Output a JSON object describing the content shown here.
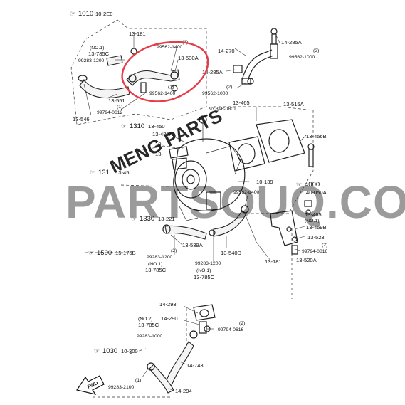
{
  "watermarks": {
    "site": "PARTSOUQ.COM",
    "shop": "MENG PARTS"
  },
  "references": {
    "r1010": "1010",
    "r1010b": "10-2E0",
    "r1310": "1310",
    "r1310b": "13-450",
    "r131": "131",
    "r1330": "1330",
    "r1330b": "13-221",
    "r1500": "1500",
    "r1500b": "15-176B",
    "r4000": "4000",
    "r4000b": "40-050A",
    "r1030": "1030",
    "r1030b": "10-300"
  },
  "labels": {
    "l13_181_top": "13-181",
    "l1_a": "(1)",
    "l99562_1400_a": "99562-1400",
    "l13_530a": "13-530A",
    "l99562_1400_b": "99562-1400",
    "l1_b": "(1)",
    "l14_270": "14-270",
    "l14_285a_a": "14-285A",
    "l14_285a_b": "14-285A",
    "l2_a": "(2)",
    "l99562_1000_a": "99562-1000",
    "l2_b": "(2)",
    "l99562_1000_b": "99562-1000",
    "lno1_a": "(NO.1)",
    "l13_785c_a": "13-785C",
    "l99283_1200_a": "99283-1200",
    "l13_551": "13-551",
    "l1_c": "(1)",
    "l99794_0612": "99794-0612",
    "l13_546": "13-546",
    "l13_465_a": "13-465",
    "l9yb10_0801": "9YB10-0801",
    "l13_515a": "13-515A",
    "l13_456b": "13-456B",
    "l13_480a": "13-480A",
    "l10_x": "10-",
    "l13_x": "13-",
    "l13_45": "13-45",
    "l10_139": "10-139",
    "l99562_1400_c": "99562-1400",
    "l13_465_b": "13-465",
    "lno1_b": "(NO.1)",
    "l13_459b": "13-459B",
    "l13_523": "13-523",
    "l2_c": "(2)",
    "l99794_0816": "99794-0816",
    "l13_520a": "13-520A",
    "l13_181_b": "13-181",
    "l13_540d": "13-540D",
    "l13_539a": "13-539A",
    "l2_d": "(2)",
    "l99283_1200_b": "99283-1200",
    "lno1_c": "(NO.1)",
    "l13_785c_b": "13-785C",
    "l99283_1200_c": "99283-1200",
    "lno1_d": "(NO.1)",
    "l13_785c_c": "13-785C",
    "l14_293": "14-293",
    "l14_290": "14-290",
    "lno2": "(NO.2)",
    "l13_785c_d": "13-785C",
    "l99283_1000": "99283-1000",
    "l2_e": "(2)",
    "l99794_0616": "99794-0616",
    "l14_743": "14-743",
    "l1_d": "(1)",
    "l99283_2100": "99283-2100",
    "l14_294": "14-294",
    "lfwd": "FWD"
  },
  "colors": {
    "highlight_circle": "#e63c4a",
    "watermark_yellow": "#f4e016",
    "watermark_gray": "#8a8a8a"
  }
}
